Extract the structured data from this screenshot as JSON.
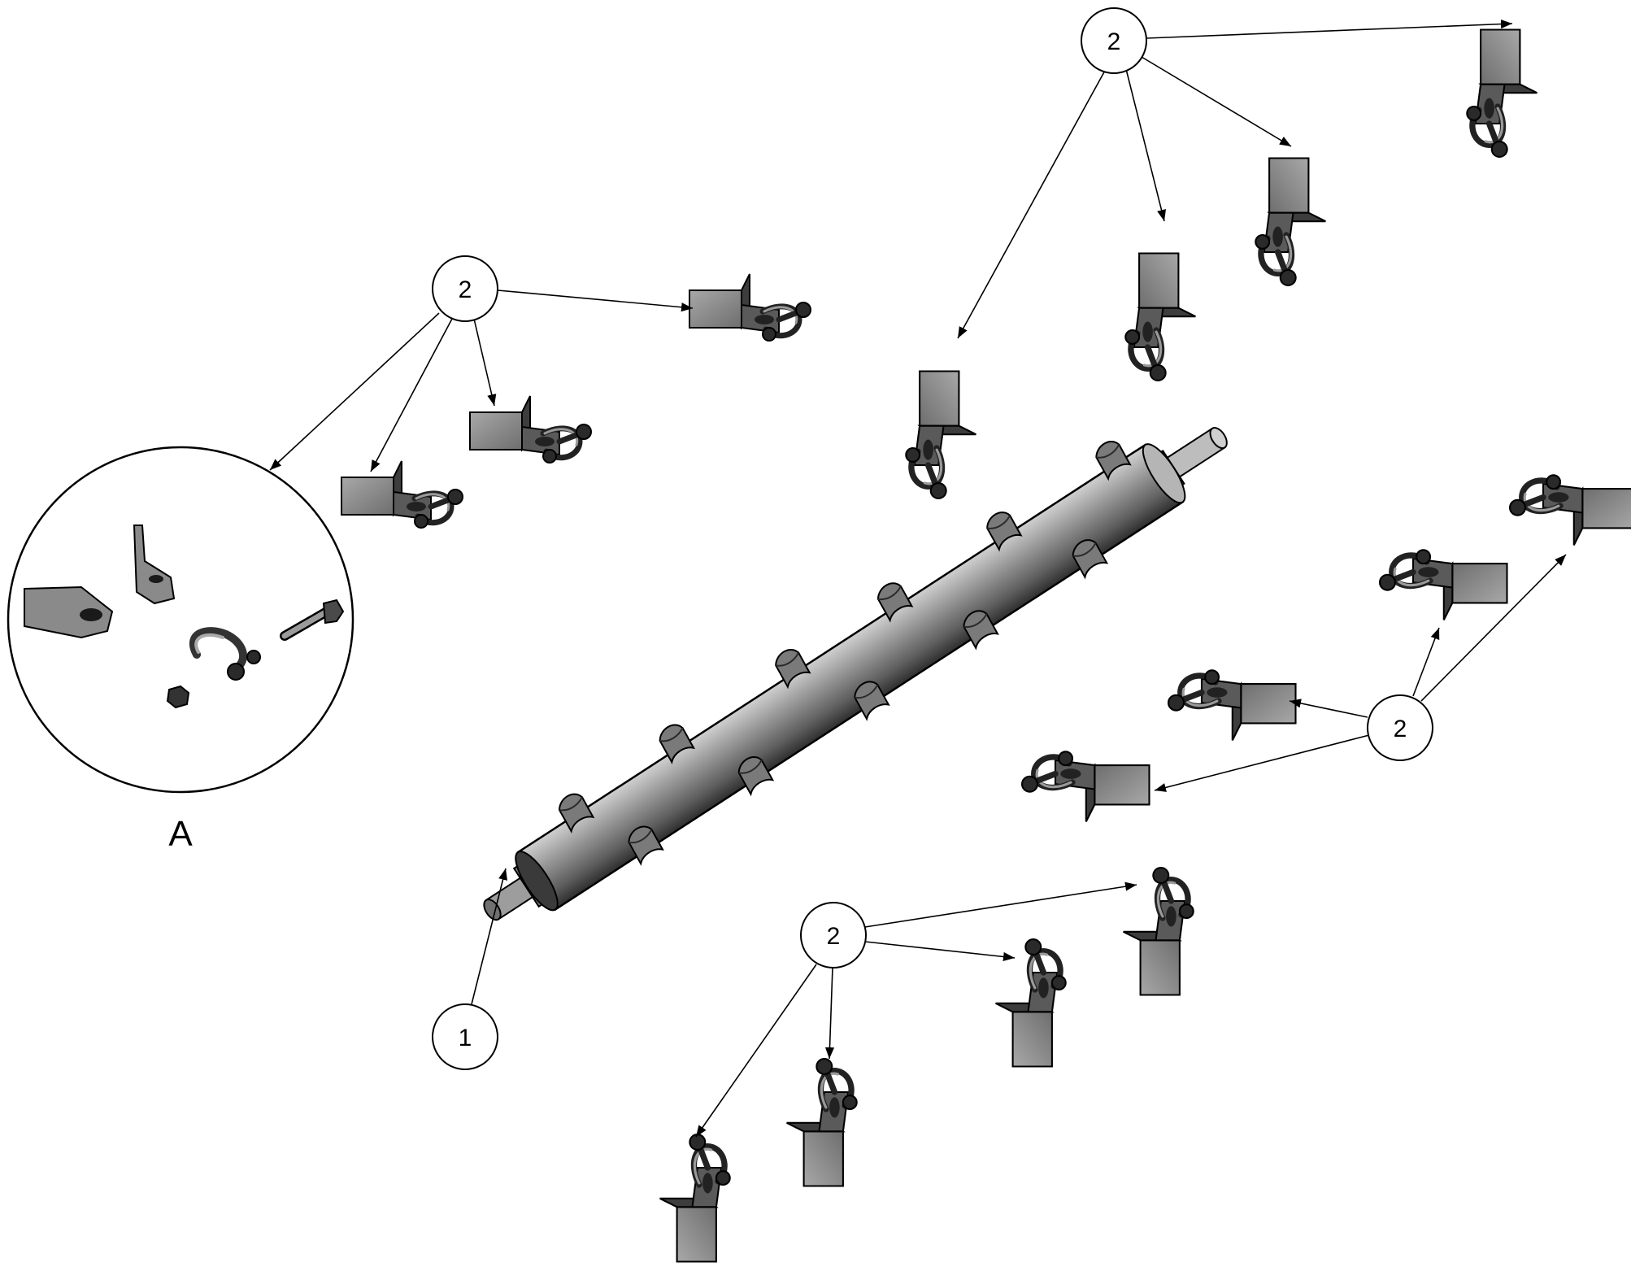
{
  "drawing": {
    "callouts": [
      {
        "id": "callout-shaft-1",
        "label": "1"
      },
      {
        "id": "callout-upper-left-2",
        "label": "2"
      },
      {
        "id": "callout-upper-right-2",
        "label": "2"
      },
      {
        "id": "callout-right-2",
        "label": "2"
      },
      {
        "id": "callout-bottom-2",
        "label": "2"
      }
    ],
    "detail_view": {
      "label": "A"
    }
  },
  "colors": {
    "line": "#000000",
    "part_fill": "#8c8c8c",
    "part_dark": "#4a4a4a",
    "background": "#ffffff"
  }
}
